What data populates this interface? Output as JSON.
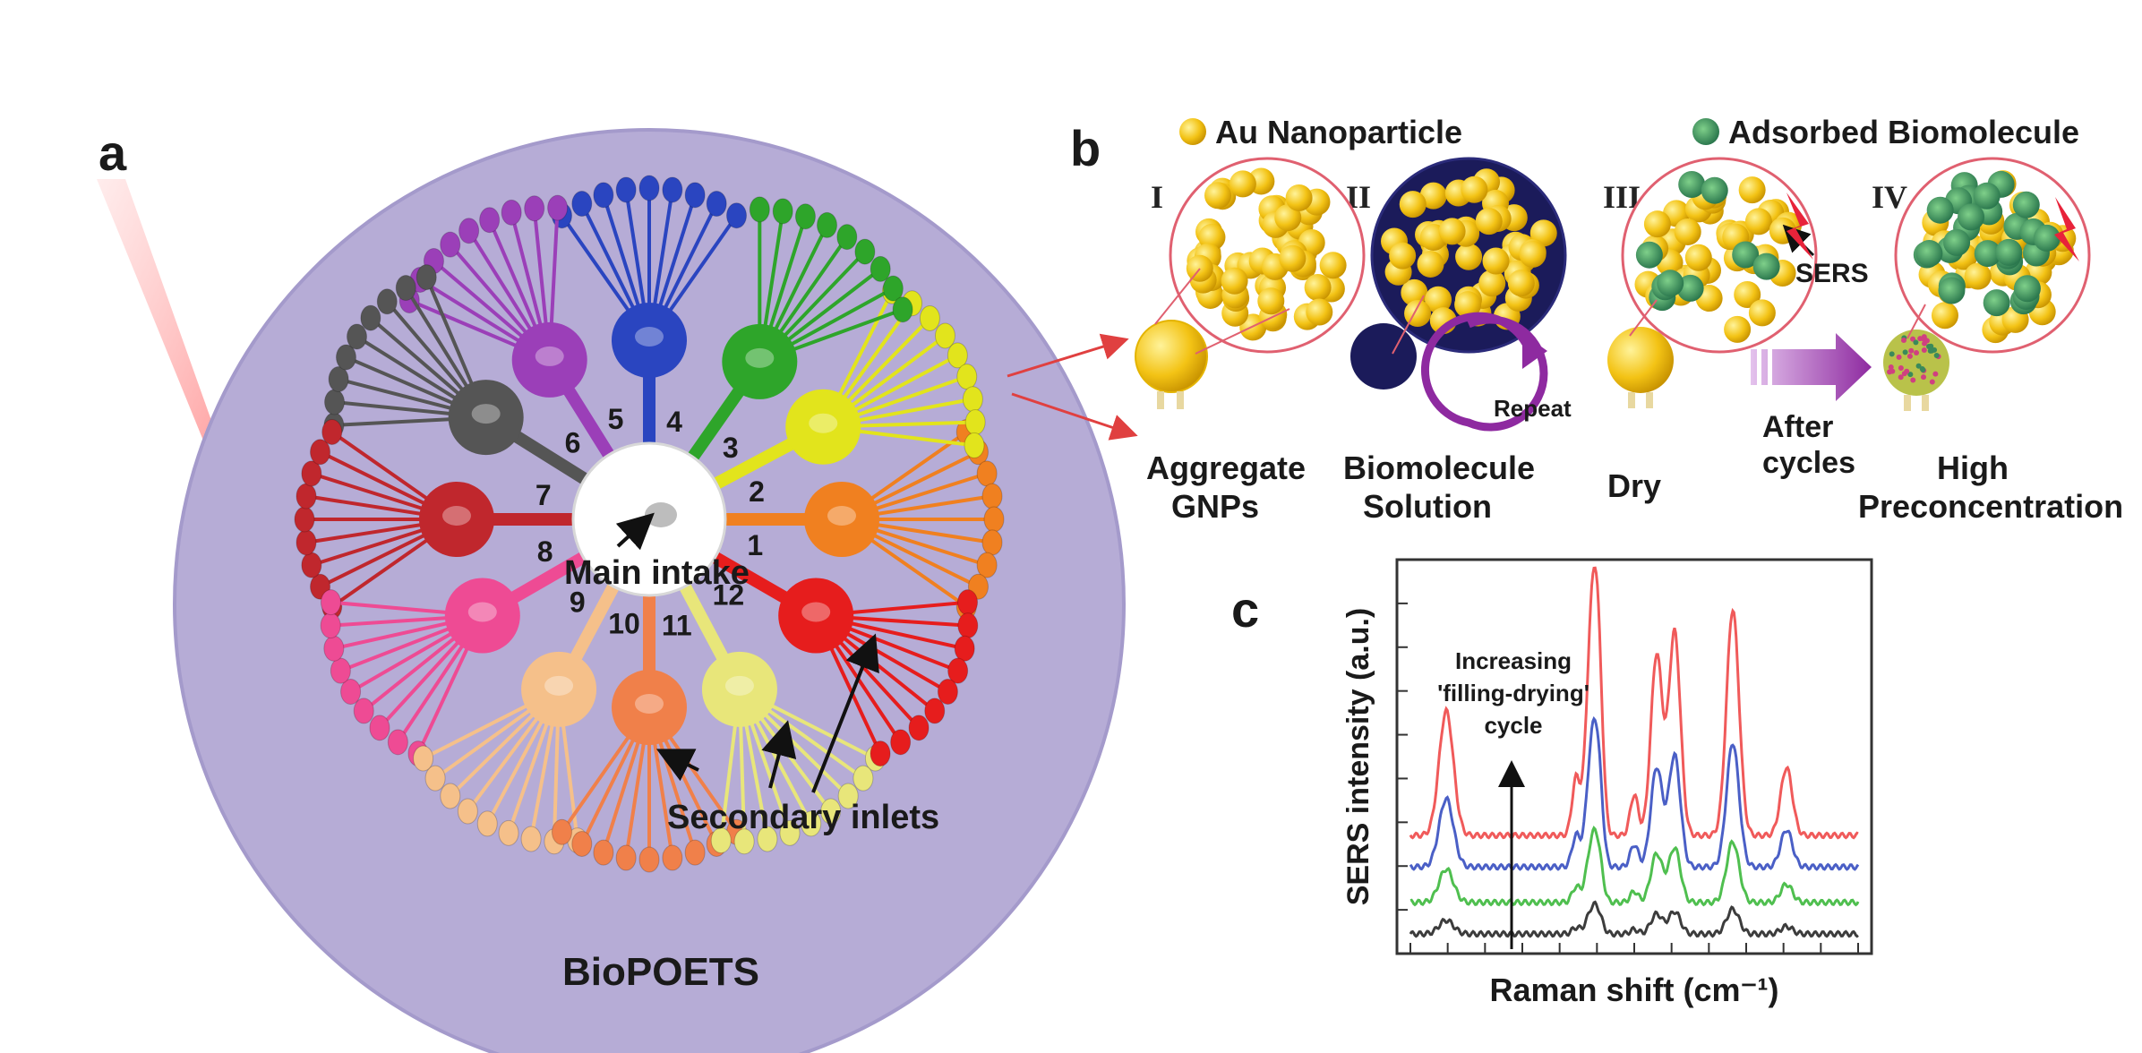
{
  "panel_a": {
    "letter": "a",
    "system_name": "BioPOETS",
    "main_intake_label": "Main intake",
    "secondary_inlets_label": "Secondary inlets",
    "branch_numbers": [
      "1",
      "2",
      "3",
      "4",
      "5",
      "6",
      "7",
      "8",
      "9",
      "10",
      "11",
      "12"
    ],
    "branch_colors": [
      "#f08020",
      "#e2e41c",
      "#2ea52a",
      "#2a45c0",
      "#9b3fb8",
      "#555555",
      "#c0272d",
      "#ee4b94",
      "#f5c08a",
      "#f0804a",
      "#e8e67a",
      "#e61d1d"
    ]
  },
  "panel_b": {
    "letter": "b",
    "legend": {
      "nanoparticle": "Au Nanoparticle",
      "biomolecule": "Adsorbed Biomolecule"
    },
    "steps": [
      {
        "numeral": "I",
        "caption_line1": "Aggregate",
        "caption_line2": "GNPs"
      },
      {
        "numeral": "II",
        "caption_line1": "Biomolecule",
        "caption_line2": "Solution"
      },
      {
        "numeral": "III",
        "caption_line1": "Dry",
        "caption_line2": ""
      },
      {
        "numeral": "IV",
        "caption_line1": "High",
        "caption_line2": "Preconcentration"
      }
    ],
    "repeat_label": "Repeat",
    "sers_label": "SERS",
    "after_cycles_line1": "After",
    "after_cycles_line2": "cycles"
  },
  "panel_c": {
    "letter": "c",
    "annotation_line1": "Increasing",
    "annotation_line2": "'filling-drying'",
    "annotation_line3": "cycle"
  },
  "chart_data": {
    "type": "line",
    "xlabel": "Raman shift (cm⁻¹)",
    "ylabel": "SERS intensity (a.u.)",
    "x_range": [
      0,
      100
    ],
    "peaks": [
      {
        "x": 8,
        "width": 1.6,
        "rel": 0.55
      },
      {
        "x": 37,
        "width": 0.9,
        "rel": 0.25
      },
      {
        "x": 40.5,
        "width": 1.2,
        "rel": 0.9
      },
      {
        "x": 42,
        "width": 1.0,
        "rel": 0.6
      },
      {
        "x": 50,
        "width": 0.9,
        "rel": 0.18
      },
      {
        "x": 55,
        "width": 1.3,
        "rel": 0.8
      },
      {
        "x": 59,
        "width": 1.3,
        "rel": 0.9
      },
      {
        "x": 72,
        "width": 1.4,
        "rel": 1.0
      },
      {
        "x": 84,
        "width": 1.3,
        "rel": 0.3
      }
    ],
    "series": [
      {
        "color": "#3c3c3c",
        "offset": 0.05,
        "scale": 0.09
      },
      {
        "color": "#4fbf4f",
        "offset": 0.13,
        "scale": 0.22
      },
      {
        "color": "#4a5fc6",
        "offset": 0.22,
        "scale": 0.45
      },
      {
        "color": "#f05a5a",
        "offset": 0.3,
        "scale": 0.82
      }
    ]
  }
}
